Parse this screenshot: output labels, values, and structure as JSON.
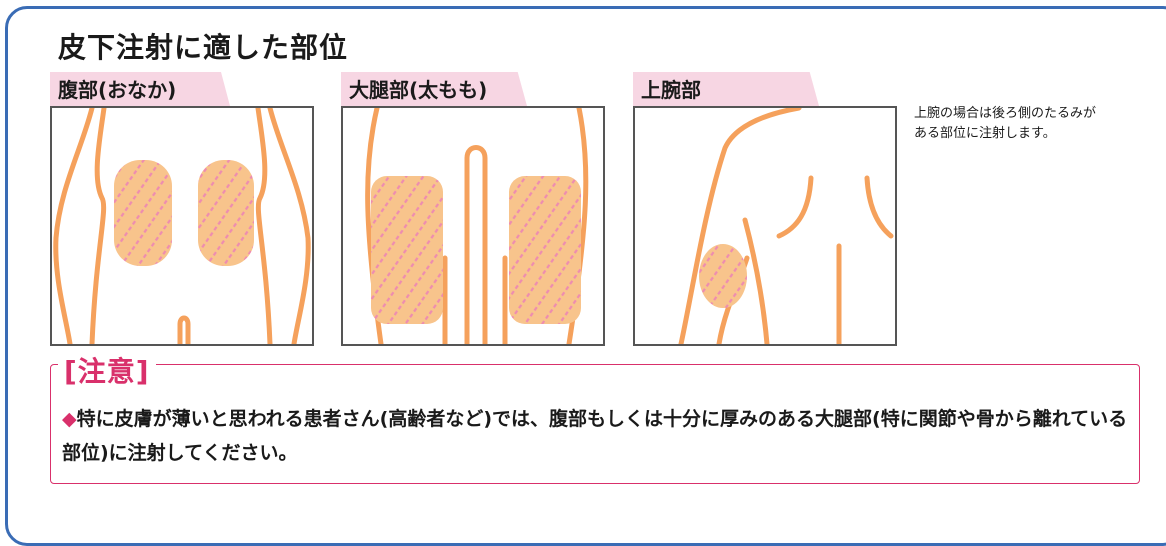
{
  "title": "皮下注射に適した部位",
  "sites": [
    {
      "label": "腹部(おなか)"
    },
    {
      "label": "大腿部(太もも)"
    },
    {
      "label": "上腕部"
    }
  ],
  "side_note": "上腕の場合は後ろ側のたるみが\nある部位に注射します。",
  "caution": {
    "label": "[注意]",
    "bullet_icon": "diamond-bullet-icon",
    "bullet_symbol": "◆",
    "text": "特に皮膚が薄いと思われる患者さん(高齢者など)では、腹部もしくは十分に厚みのある大腿部(特に関節や骨から離れている部位)に注射してください。"
  },
  "colors": {
    "frame": "#3a6cb5",
    "tab_background": "#f7d6e3",
    "body_outline": "#f5a15c",
    "injection_area": "#f8c48c",
    "injection_stripes": "#ee8cb0",
    "caution_accent": "#d9306b"
  }
}
